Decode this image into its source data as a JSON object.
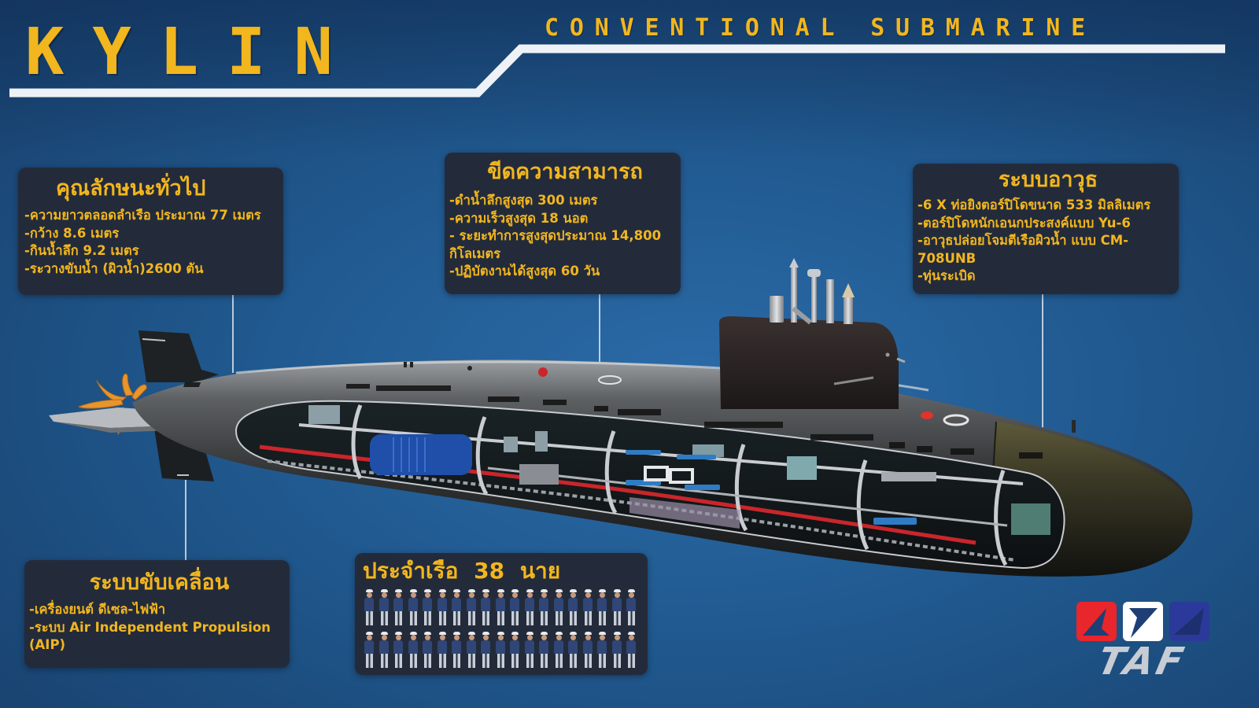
{
  "header": {
    "title": "KYLIN",
    "subtitle": "CONVENTIONAL SUBMARINE"
  },
  "colors": {
    "accent_yellow": "#f2b61e",
    "panel_bg": "#232b3b",
    "background_blue": "#20598f",
    "rule_white": "#eef2f7",
    "logo_red": "#e8262b",
    "logo_white": "#ffffff",
    "logo_blue": "#2b3a9a"
  },
  "panels": {
    "general": {
      "heading": "คุณลักษนะทั่วไป",
      "items": [
        "-ความยาวตลอดลำเรือ ประมาณ 77 เมตร",
        "-กว้าง 8.6 เมตร",
        "-กินน้ำลึก 9.2 เมตร",
        "-ระวางขับน้ำ (ผิวน้ำ)2600 ตัน"
      ]
    },
    "performance": {
      "heading": "ขีดความสามารถ",
      "items": [
        "-ดำน้ำลึกสูงสุด 300 เมตร",
        "-ความเร็วสูงสุด 18 นอต",
        "- ระยะทำการสูงสุดประมาณ 14,800 กิโลเมตร",
        "-ปฏิบัตงานได้สูงสุด 60 วัน"
      ]
    },
    "weapons": {
      "heading": "ระบบอาวุธ",
      "items": [
        "-6 X ท่อยิงตอร์ปิโดขนาด 533 มิลลิเมตร",
        "-ตอร์ปิโดหนักเอนกประสงค์แบบ  Yu-6",
        "-อาวุธปล่อยโจมตีเรือผิวน้ำ แบบ CM-708UNB",
        "-ทุ่นระเบิด"
      ]
    },
    "propulsion": {
      "heading": "ระบบขับเคลื่อน",
      "items": [
        "-เครื่องยนต์ ดีเซล-ไฟฟ้า",
        "-ระบบ Air Independent Propulsion (AIP)"
      ]
    },
    "crew": {
      "heading": "ประจำเรือ 38 นาย",
      "count": 38,
      "icon": "sailor-icon"
    }
  },
  "logo": {
    "text": "TAF",
    "icons": [
      "red-triangle-icon",
      "white-triangle-icon",
      "blue-triangle-icon"
    ]
  },
  "illustration": {
    "subject": "submarine-cutaway-icon"
  }
}
